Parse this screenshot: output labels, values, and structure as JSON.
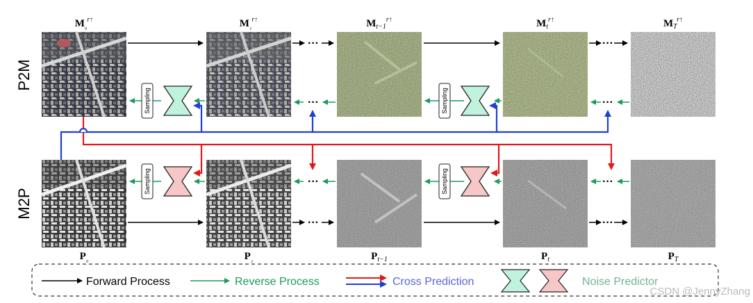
{
  "rows": {
    "top": {
      "label": "P2M"
    },
    "bottom": {
      "label": "M2P"
    }
  },
  "top_images": [
    {
      "label": "M₀^r↑",
      "kind": "clear-rgb"
    },
    {
      "label": "M₁^r↑",
      "kind": "clear-rgb-slightly-noisy"
    },
    {
      "label": "M_{t−1}^r↑",
      "kind": "noisy-rgb"
    },
    {
      "label": "M_t^r↑",
      "kind": "noisier-rgb"
    },
    {
      "label": "M_T^r↑",
      "kind": "pure-rgb-noise"
    }
  ],
  "bottom_images": [
    {
      "label": "P₀",
      "kind": "clear-gray"
    },
    {
      "label": "P₁",
      "kind": "clear-gray-slightly-noisy"
    },
    {
      "label": "P_{t−1}",
      "kind": "noisy-gray"
    },
    {
      "label": "P_t",
      "kind": "noisier-gray"
    },
    {
      "label": "P_T",
      "kind": "pure-gray-noise"
    }
  ],
  "ellipsis": "···",
  "sampling_label": "Sampling",
  "legend": {
    "forward": "Forward Process",
    "reverse": "Reverse Process",
    "cross": "Cross Prediction",
    "noise": "Noise Predictor"
  },
  "colors": {
    "forward": "#000000",
    "reverse": "#1a9b5b",
    "cross_red": "#e3181b",
    "cross_blue": "#1f3fd1",
    "pred_green_fill": "#bff3dd",
    "pred_pink_fill": "#f7c6c6",
    "legend_cross_text": "#5b64d6",
    "legend_noise_text": "#6fb595"
  },
  "watermark": "CSDN @JennyZhang"
}
